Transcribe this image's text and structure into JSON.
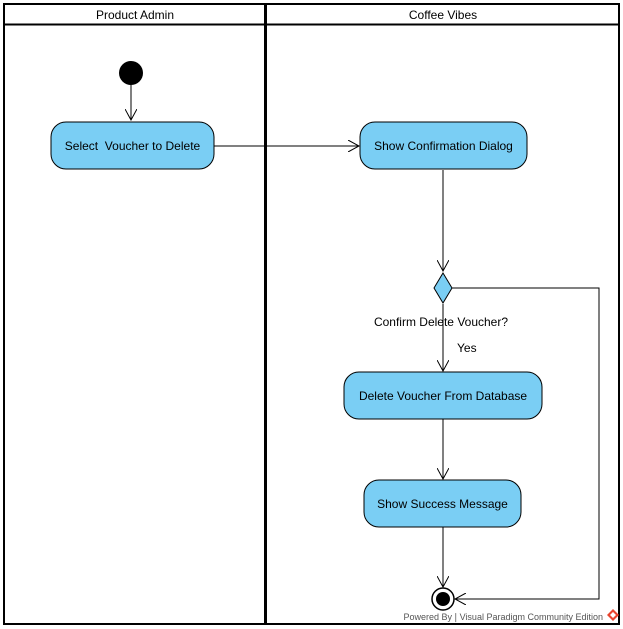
{
  "lanes": [
    {
      "title": "Product Admin"
    },
    {
      "title": "Coffee Vibes"
    }
  ],
  "actions": {
    "select_voucher": "Select  Voucher to Delete",
    "show_confirmation": "Show Confirmation Dialog",
    "delete_voucher": "Delete Voucher From Database",
    "show_success": "Show Success Message"
  },
  "decision": {
    "question": "Confirm Delete Voucher?",
    "yes_label": "Yes"
  },
  "watermark": "Powered By❘Visual Paradigm Community Edition",
  "colors": {
    "action_fill": "#7ACEF4",
    "border": "#000000",
    "background": "#FFFFFF",
    "watermark_text": "#555555",
    "logo": "#E8442E"
  }
}
